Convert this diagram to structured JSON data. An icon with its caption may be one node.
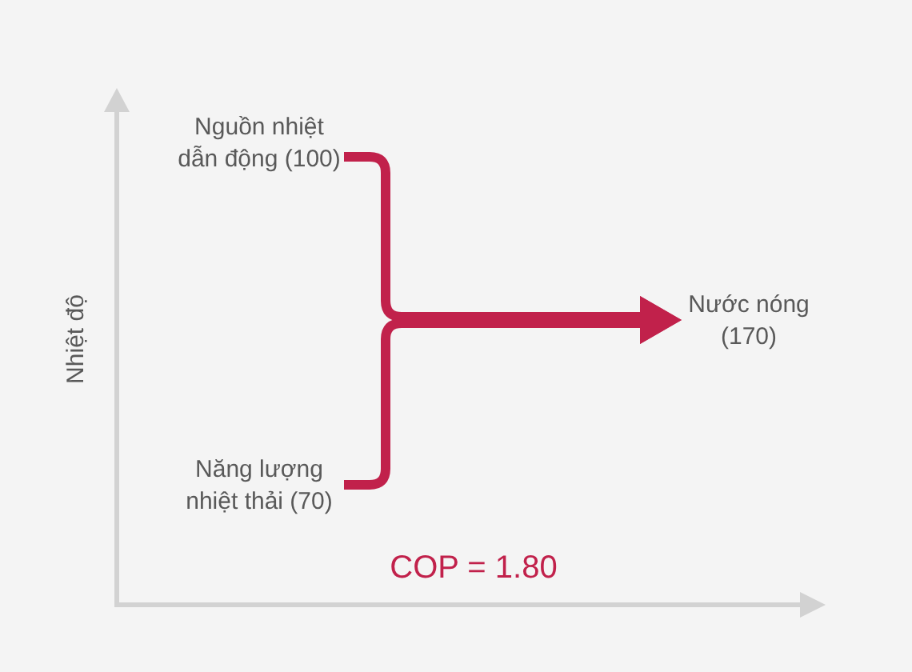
{
  "diagram": {
    "nodes": [
      {
        "text": [
          "Nguồn nhiệt dẫn động (100)"
        ]
      },
      {
        "text": [
          "Năng lượng nhiệt thải (70)"
        ]
      },
      {
        "text": [
          "Nước nóng (170)"
        ]
      }
    ],
    "edges": [
      {
        "from": 0,
        "to": 2,
        "arrow": "to"
      },
      {
        "from": 1,
        "to": 2,
        "arrow": "to"
      }
    ],
    "labels": [
      "Nhiệt độ",
      "COP = 1.80"
    ]
  }
}
